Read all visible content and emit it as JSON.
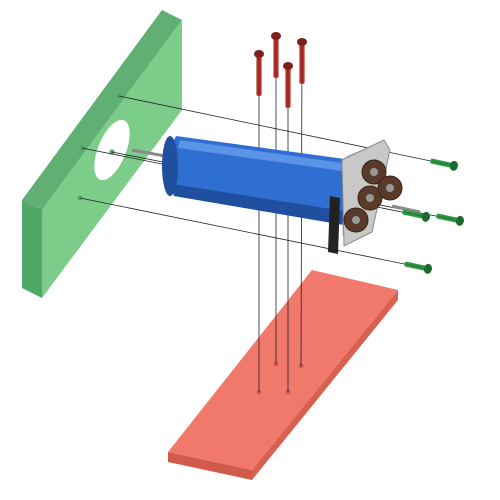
{
  "diagram": {
    "kind": "exploded-assembly",
    "colors": {
      "background": "#ffffff",
      "wall_plate": "#7ccd8a",
      "wall_plate_edge": "#4fa866",
      "wall_plate_side": "#5fb072",
      "base_plate": "#f0796b",
      "base_plate_edge": "#d05a4c",
      "base_plate_side": "#d8604f",
      "motor_body": "#2f6fd1",
      "motor_body_dark": "#1f4f9e",
      "motor_body_light": "#5b93e8",
      "end_cap": "#c8c8c8",
      "end_cap_dark": "#8a8a8a",
      "mount_plate": "#222222",
      "wheel": "#5a3a2a",
      "wheel_hub": "#999999",
      "top_screw": "#b8322c",
      "top_screw_dark": "#7d1f1b",
      "side_screw": "#2f9a48",
      "side_screw_dark": "#1e6a30",
      "guide_line": "#222222"
    },
    "parts": {
      "top_screws": 4,
      "side_screws": 4,
      "wall_holes": 4,
      "base_holes": 4
    }
  }
}
